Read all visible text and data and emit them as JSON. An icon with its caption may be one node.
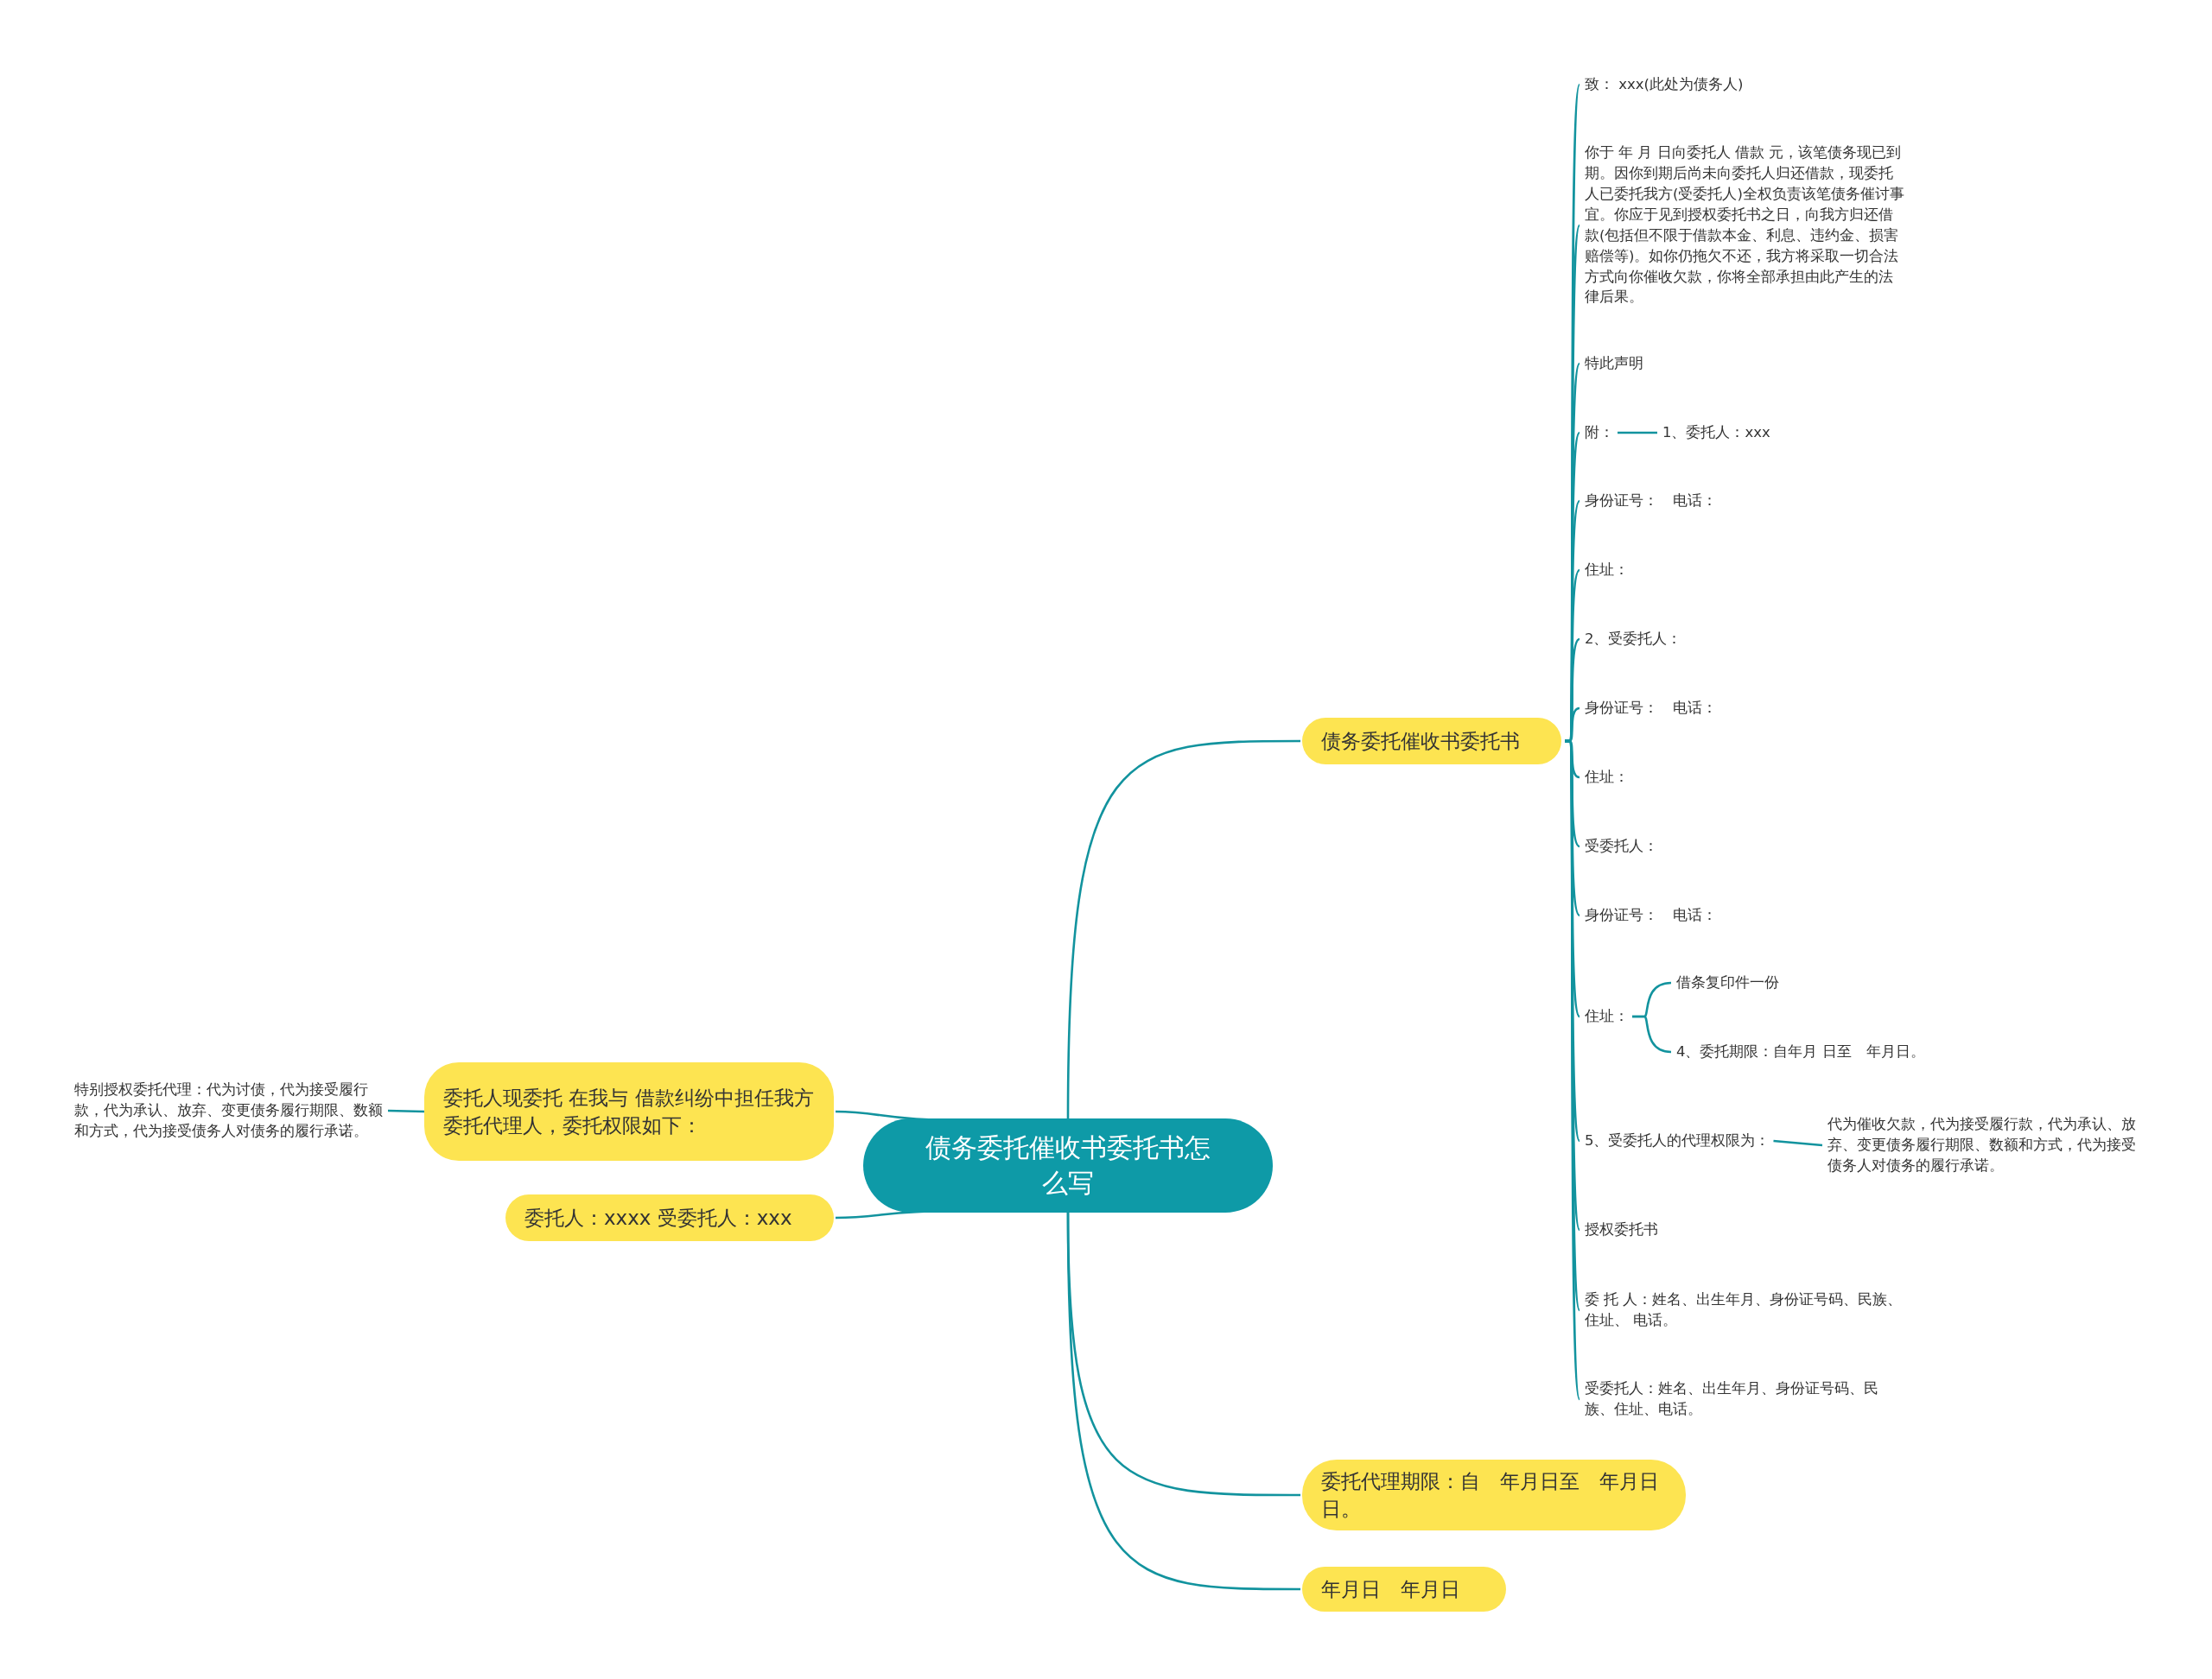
{
  "diagram": {
    "nodes": [
      {
        "text": [
          "债务委托催收书委托书怎么写"
        ]
      },
      {
        "text": [
          "债务委托催收书委托书"
        ]
      },
      {
        "text": [
          "致： xxx(此处为债务人)"
        ]
      },
      {
        "text": [
          "你于 年 月 日向委托人 借款 元，该笔债务现已到期。因你到期后尚未向委托人归还借款，现委托人已委托我方(受委托人)全权负责该笔债务催讨事宜。你应于见到授权委托书之日，向我方归还借款(包括但不限于借款本金、利息、违约金、损害赔偿等)。如你仍拖欠不还，我方将采取一切合法方式向你催收欠款，你将全部承担由此产生的法律后果。"
        ]
      },
      {
        "text": [
          "特此声明"
        ]
      },
      {
        "text": [
          "附："
        ]
      },
      {
        "text": [
          "1、委托人：xxx"
        ]
      },
      {
        "text": [
          "身份证号：　电话："
        ]
      },
      {
        "text": [
          "住址："
        ]
      },
      {
        "text": [
          "2、受委托人："
        ]
      },
      {
        "text": [
          "身份证号：　电话："
        ]
      },
      {
        "text": [
          "住址："
        ]
      },
      {
        "text": [
          "受委托人："
        ]
      },
      {
        "text": [
          "身份证号：　电话："
        ]
      },
      {
        "text": [
          "住址："
        ]
      },
      {
        "text": [
          "借条复印件一份"
        ]
      },
      {
        "text": [
          "4、委托期限：自年月 日至　年月日。"
        ]
      },
      {
        "text": [
          "5、受委托人的代理权限为："
        ]
      },
      {
        "text": [
          "代为催收欠款，代为接受履行款，代为承认、放弃、变更债务履行期限、数额和方式，代为接受债务人对债务的履行承诺。"
        ]
      },
      {
        "text": [
          "授权委托书"
        ]
      },
      {
        "text": [
          "委 托 人：姓名、出生年月、身份证号码、民族、住址、 电话。"
        ]
      },
      {
        "text": [
          "受委托人：姓名、出生年月、身份证号码、民族、住址、电话。"
        ]
      },
      {
        "text": [
          "委托人现委托 在我与 借款纠纷中担任我方委托代理人，委托权限如下："
        ]
      },
      {
        "text": [
          "特别授权委托代理：代为讨债，代为接受履行款，代为承认、放弃、变更债务履行期限、数额和方式，代为接受债务人对债务的履行承诺。"
        ]
      },
      {
        "text": [
          "委托人：xxxx 受委托人：xxx"
        ]
      },
      {
        "text": [
          "委托代理期限：自　年月日至　年月日日。"
        ]
      },
      {
        "text": [
          "年月日　年月日"
        ]
      }
    ],
    "edges": [
      {
        "from": 0,
        "to": 1,
        "arrow": "none"
      },
      {
        "from": 1,
        "to": 2,
        "arrow": "none"
      },
      {
        "from": 1,
        "to": 3,
        "arrow": "none"
      },
      {
        "from": 1,
        "to": 4,
        "arrow": "none"
      },
      {
        "from": 1,
        "to": 5,
        "arrow": "none"
      },
      {
        "from": 5,
        "to": 6,
        "arrow": "none"
      },
      {
        "from": 1,
        "to": 7,
        "arrow": "none"
      },
      {
        "from": 1,
        "to": 8,
        "arrow": "none"
      },
      {
        "from": 1,
        "to": 9,
        "arrow": "none"
      },
      {
        "from": 1,
        "to": 10,
        "arrow": "none"
      },
      {
        "from": 1,
        "to": 11,
        "arrow": "none"
      },
      {
        "from": 1,
        "to": 12,
        "arrow": "none"
      },
      {
        "from": 1,
        "to": 13,
        "arrow": "none"
      },
      {
        "from": 1,
        "to": 14,
        "arrow": "none"
      },
      {
        "from": 14,
        "to": 15,
        "arrow": "none"
      },
      {
        "from": 14,
        "to": 16,
        "arrow": "none"
      },
      {
        "from": 1,
        "to": 17,
        "arrow": "none"
      },
      {
        "from": 17,
        "to": 18,
        "arrow": "none"
      },
      {
        "from": 1,
        "to": 19,
        "arrow": "none"
      },
      {
        "from": 1,
        "to": 20,
        "arrow": "none"
      },
      {
        "from": 1,
        "to": 21,
        "arrow": "none"
      },
      {
        "from": 0,
        "to": 22,
        "arrow": "none"
      },
      {
        "from": 22,
        "to": 23,
        "arrow": "none"
      },
      {
        "from": 0,
        "to": 24,
        "arrow": "none"
      },
      {
        "from": 0,
        "to": 25,
        "arrow": "none"
      },
      {
        "from": 0,
        "to": 26,
        "arrow": "none"
      }
    ]
  }
}
